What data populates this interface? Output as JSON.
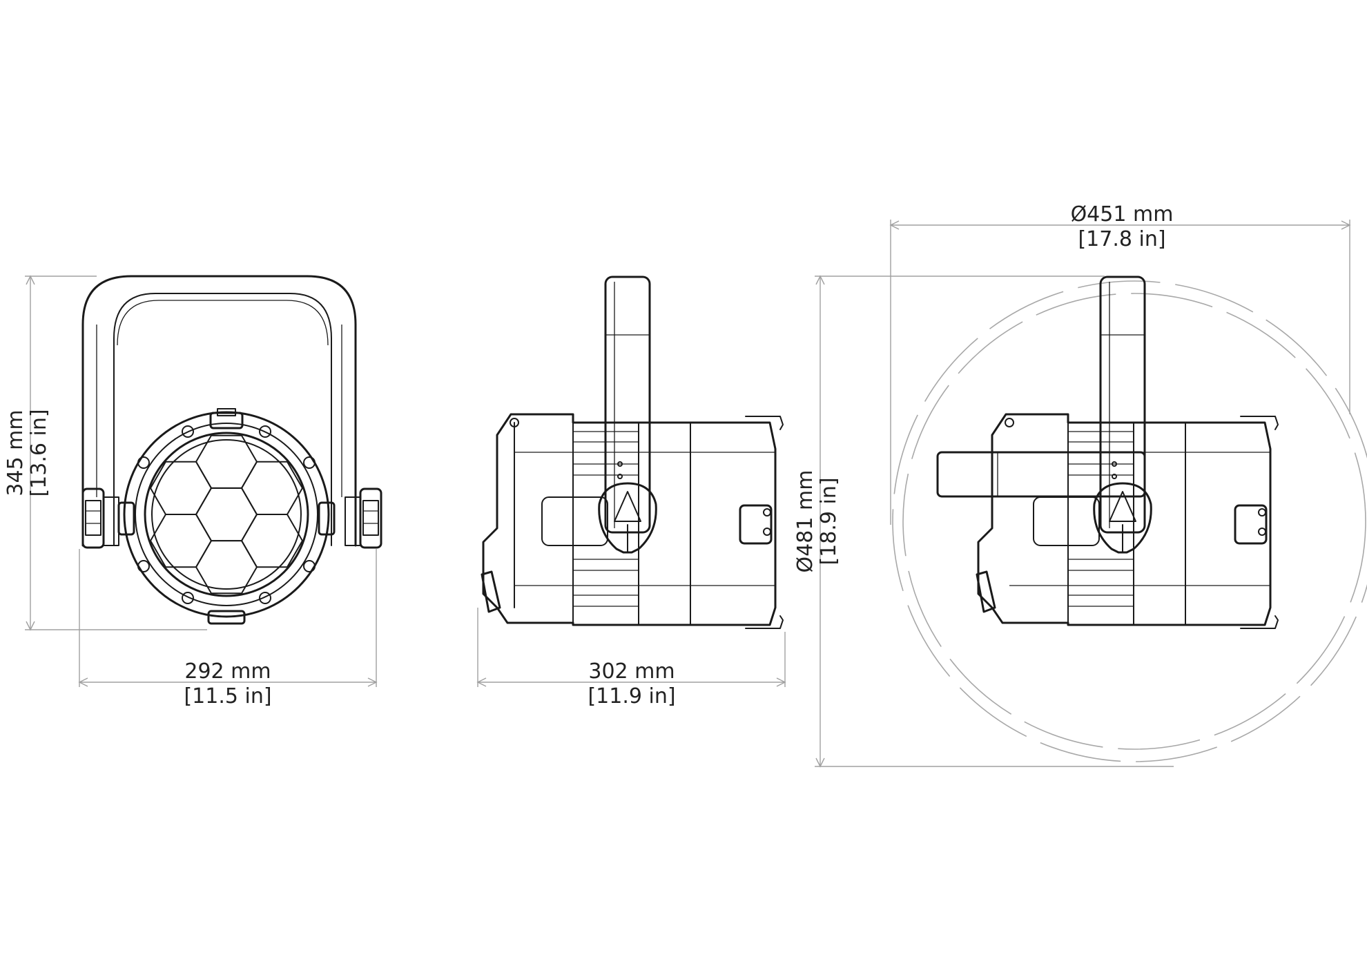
{
  "dimensions": {
    "front_height": {
      "value": "345 mm",
      "alt": "[13.6 in]"
    },
    "front_width": {
      "value": "292 mm",
      "alt": "[11.5 in]"
    },
    "side_length": {
      "value": "302 mm",
      "alt": "[11.9 in]"
    },
    "swing_width": {
      "value": "Ø451 mm",
      "alt": "[17.8 in]"
    },
    "swing_height": {
      "value": "Ø481 mm",
      "alt": "[18.9 in]"
    }
  },
  "colors": {
    "outline": "#1a1a1a",
    "dimension_line": "#a0a0a0",
    "text": "#222222",
    "background": "#ffffff"
  }
}
